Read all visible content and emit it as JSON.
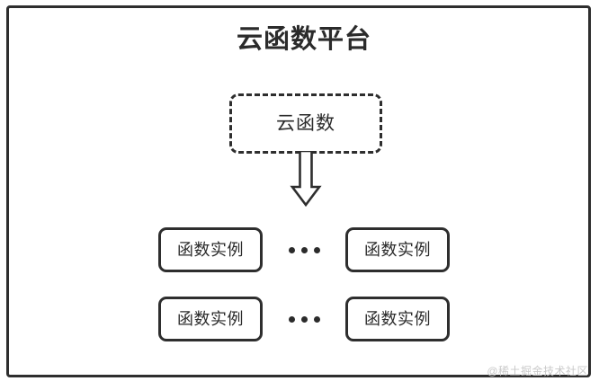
{
  "diagram": {
    "title": "云函数平台",
    "cloud_function": {
      "label": "云函数",
      "border_style": "dashed"
    },
    "arrow": {
      "icon": "down-block-arrow",
      "direction": "down"
    },
    "instance_rows": [
      {
        "left": {
          "label": "函数实例"
        },
        "ellipsis": "•••",
        "right": {
          "label": "函数实例"
        }
      },
      {
        "left": {
          "label": "函数实例"
        },
        "ellipsis": "•••",
        "right": {
          "label": "函数实例"
        }
      }
    ],
    "watermark": "@稀土掘金技术社区",
    "colors": {
      "stroke": "#2e2e2e",
      "text": "#2b2b2b",
      "background": "#ffffff",
      "watermark": "#c9c9c9"
    }
  }
}
